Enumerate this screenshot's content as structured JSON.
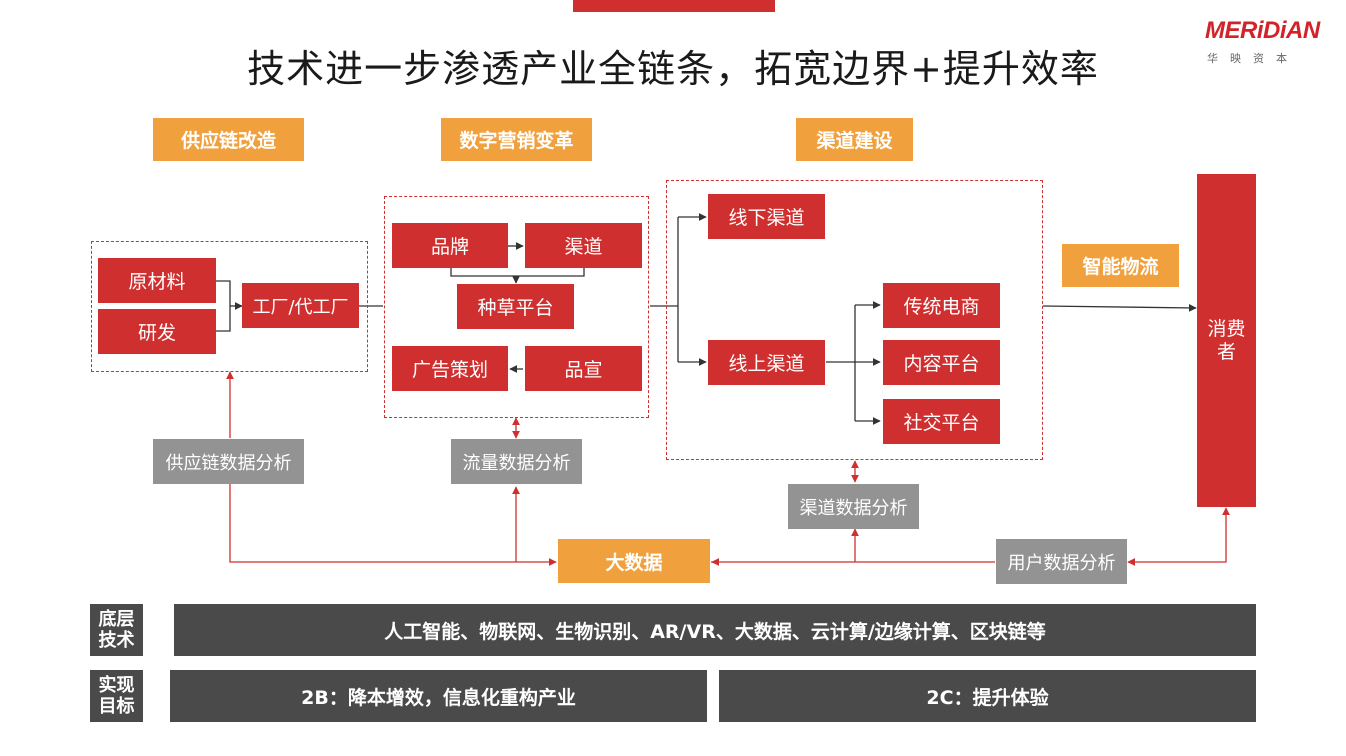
{
  "title": "技术进一步渗透产业全链条，拓宽边界+提升效率",
  "logo": {
    "name": "MERiDiAN",
    "sub": "华映资本"
  },
  "sections": {
    "supply_chain": "供应链改造",
    "digital_marketing": "数字营销变革",
    "channel_building": "渠道建设",
    "smart_logistics": "智能物流"
  },
  "supply": {
    "raw_material": "原材料",
    "rnd": "研发",
    "factory": "工厂/代工厂"
  },
  "marketing": {
    "brand": "品牌",
    "channel": "渠道",
    "seeding_platform": "种草平台",
    "ad_planning": "广告策划",
    "promotion": "品宣"
  },
  "channels": {
    "offline": "线下渠道",
    "online": "线上渠道",
    "traditional_ecommerce": "传统电商",
    "content_platform": "内容平台",
    "social_platform": "社交平台"
  },
  "consumer": "消费者",
  "analytics": {
    "supply_chain": "供应链数据分析",
    "traffic": "流量数据分析",
    "channel": "渠道数据分析",
    "user": "用户数据分析",
    "big_data": "大数据"
  },
  "bottom": {
    "tech_label": "底层技术",
    "tech_content": "人工智能、物联网、生物识别、AR/VR、大数据、云计算/边缘计算、区块链等",
    "goal_label": "实现目标",
    "goal_2b": "2B：降本增效，信息化重构产业",
    "goal_2c": "2C：提升体验"
  },
  "colors": {
    "red": "#cf2f2f",
    "orange": "#f0a13e",
    "gray": "#939393",
    "dark": "#4a4a4a"
  }
}
